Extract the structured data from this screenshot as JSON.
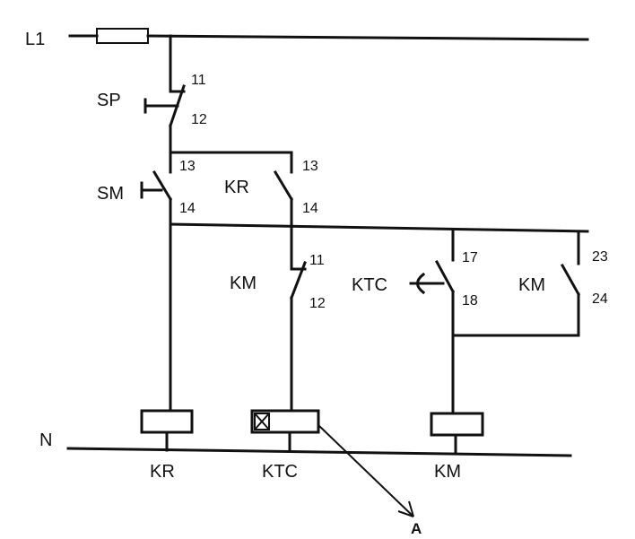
{
  "supply": {
    "line": "L1",
    "neutral": "N"
  },
  "components": {
    "sp": {
      "name": "SP",
      "t1": "11",
      "t2": "12"
    },
    "sm": {
      "name": "SM",
      "t1": "13",
      "t2": "14"
    },
    "kr_contact": {
      "name": "KR",
      "t1": "13",
      "t2": "14"
    },
    "km_nc": {
      "name": "KM",
      "t1": "11",
      "t2": "12"
    },
    "ktc_contact": {
      "name": "KTC",
      "t1": "17",
      "t2": "18"
    },
    "km_no": {
      "name": "KM",
      "t1": "23",
      "t2": "24"
    }
  },
  "coils": {
    "kr": "KR",
    "ktc": "KTC",
    "km": "KM"
  },
  "pointer": "A"
}
